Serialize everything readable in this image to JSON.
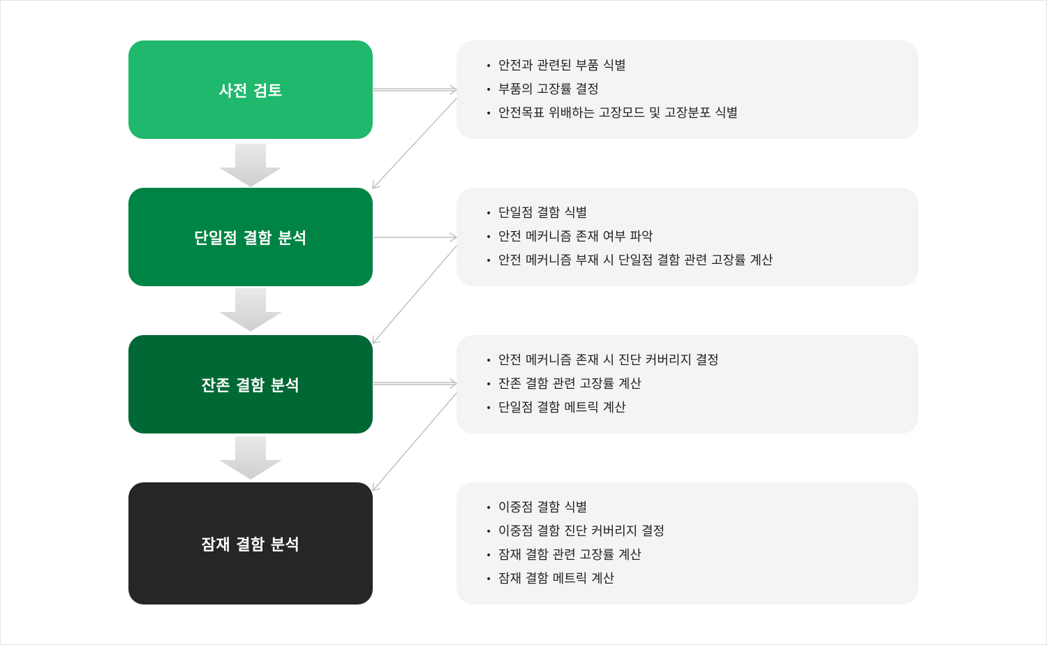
{
  "colors": {
    "step_1": "#20b86d",
    "step_2": "#008445",
    "step_3": "#006835",
    "step_4": "#262626",
    "detail_bg": "#f4f4f4",
    "connector": "#bdbdbd"
  },
  "steps": [
    {
      "label": "사전 검토",
      "details": [
        "안전과 관련된 부품 식별",
        "부품의 고장률 결정",
        "안전목표 위배하는 고장모드 및 고장분포 식별"
      ]
    },
    {
      "label": "단일점 결함 분석",
      "details": [
        "단일점 결함 식별",
        "안전 메커니즘 존재 여부 파악",
        "안전 메커니즘 부재 시 단일점 결함 관련 고장률 계산"
      ]
    },
    {
      "label": "잔존 결함 분석",
      "details": [
        "안전 메커니즘 존재 시 진단 커버리지 결정",
        "잔존 결함 관련 고장률 계산",
        "단일점 결함 메트릭 계산"
      ]
    },
    {
      "label": "잠재 결함 분석",
      "details": [
        "이중점 결함 식별",
        "이중점 결함 진단 커버리지 결정",
        "잠재 결함 관련 고장률 계산",
        "잠재 결함 메트릭 계산"
      ]
    }
  ],
  "bullet_glyph": "•"
}
